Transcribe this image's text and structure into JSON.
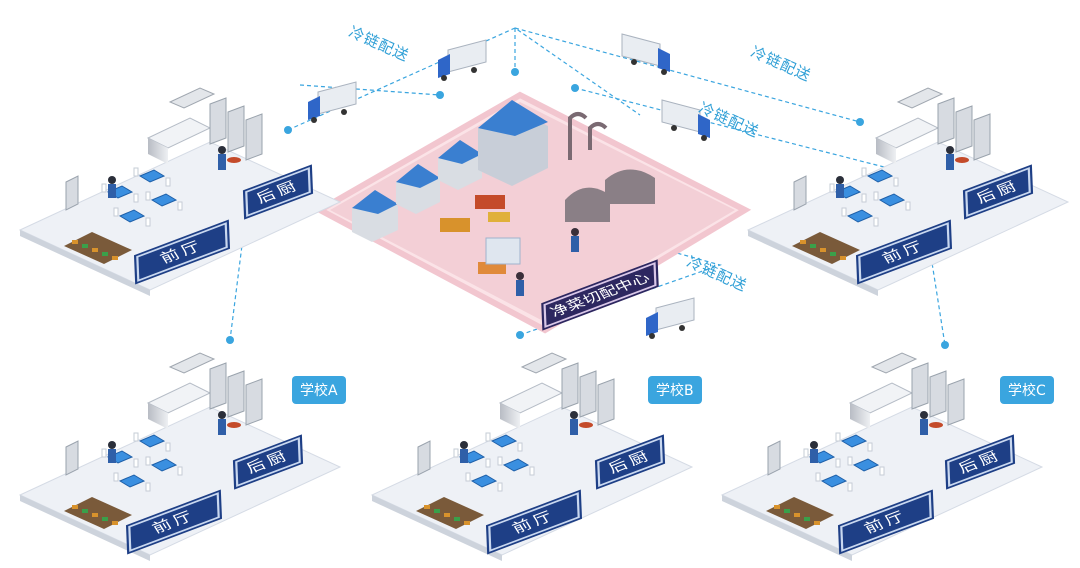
{
  "colors": {
    "route_line": "#3aa5df",
    "school_badge": "#3aa5df",
    "area_tag": "#1e3f86",
    "hub_tag": "#2d2760",
    "hub_ground": "#f7d8de"
  },
  "hub": {
    "label": "净菜切配中心"
  },
  "routes": [
    {
      "label": "冷链配送"
    },
    {
      "label": "冷链配送"
    },
    {
      "label": "冷链配送"
    },
    {
      "label": "冷链配送"
    }
  ],
  "canteens": [
    {
      "school": "",
      "kitchen": "后厨",
      "dining": "前厅"
    },
    {
      "school": "",
      "kitchen": "后厨",
      "dining": "前厅"
    },
    {
      "school": "学校A",
      "kitchen": "后厨",
      "dining": "前厅"
    },
    {
      "school": "学校B",
      "kitchen": "后厨",
      "dining": "前厅"
    },
    {
      "school": "学校C",
      "kitchen": "后厨",
      "dining": "前厅"
    }
  ]
}
